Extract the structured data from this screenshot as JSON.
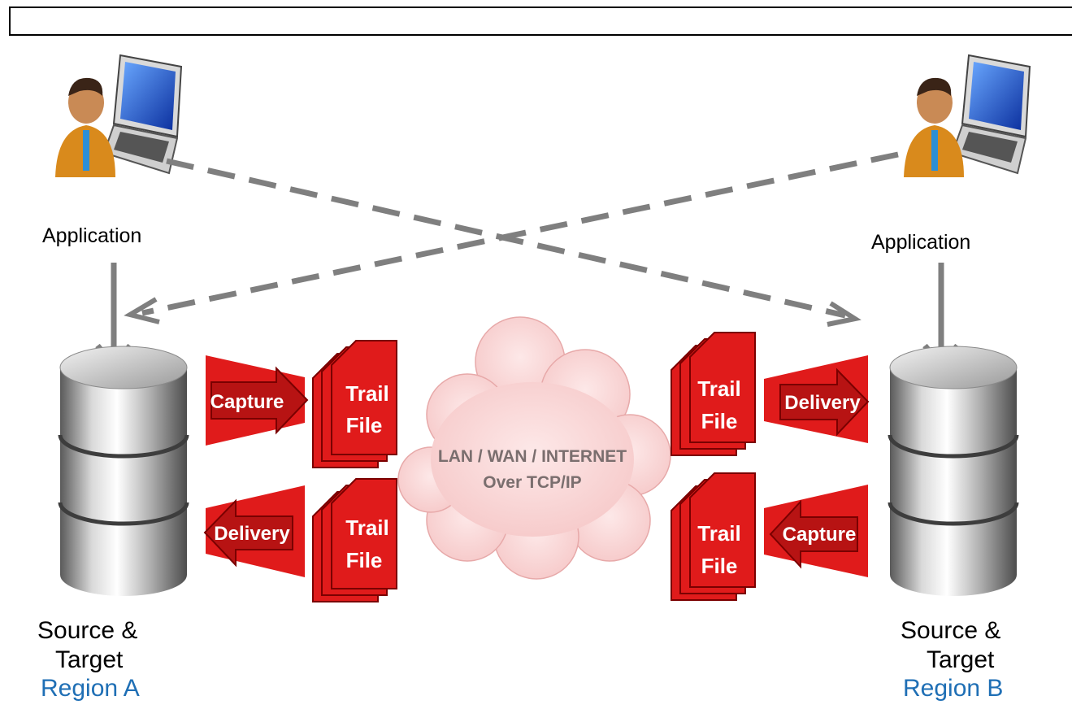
{
  "title": "",
  "left": {
    "application_label": "Application",
    "source_target_line1": "Source &",
    "source_target_line2": "Target",
    "region_label": "Region A",
    "capture_label": "Capture",
    "delivery_label": "Delivery",
    "trail_upper_line1": "Trail",
    "trail_upper_line2": "File",
    "trail_lower_line1": "Trail",
    "trail_lower_line2": "File"
  },
  "right": {
    "application_label": "Application",
    "source_target_line1": "Source &",
    "source_target_line2": "Target",
    "region_label": "Region B",
    "capture_label": "Capture",
    "delivery_label": "Delivery",
    "trail_upper_line1": "Trail",
    "trail_upper_line2": "File",
    "trail_lower_line1": "Trail",
    "trail_lower_line2": "File"
  },
  "cloud": {
    "line1": "LAN / WAN / INTERNET",
    "line2": "Over TCP/IP"
  },
  "colors": {
    "process_red": "#e01b1b",
    "arrow_gray": "#7f7f7f",
    "region_blue": "#1f6fb5",
    "cloud_pink": "#f9d6d6"
  },
  "icons": [
    "user-at-laptop-icon",
    "database-cylinder-icon",
    "trail-file-stack-icon",
    "network-cloud-icon"
  ]
}
